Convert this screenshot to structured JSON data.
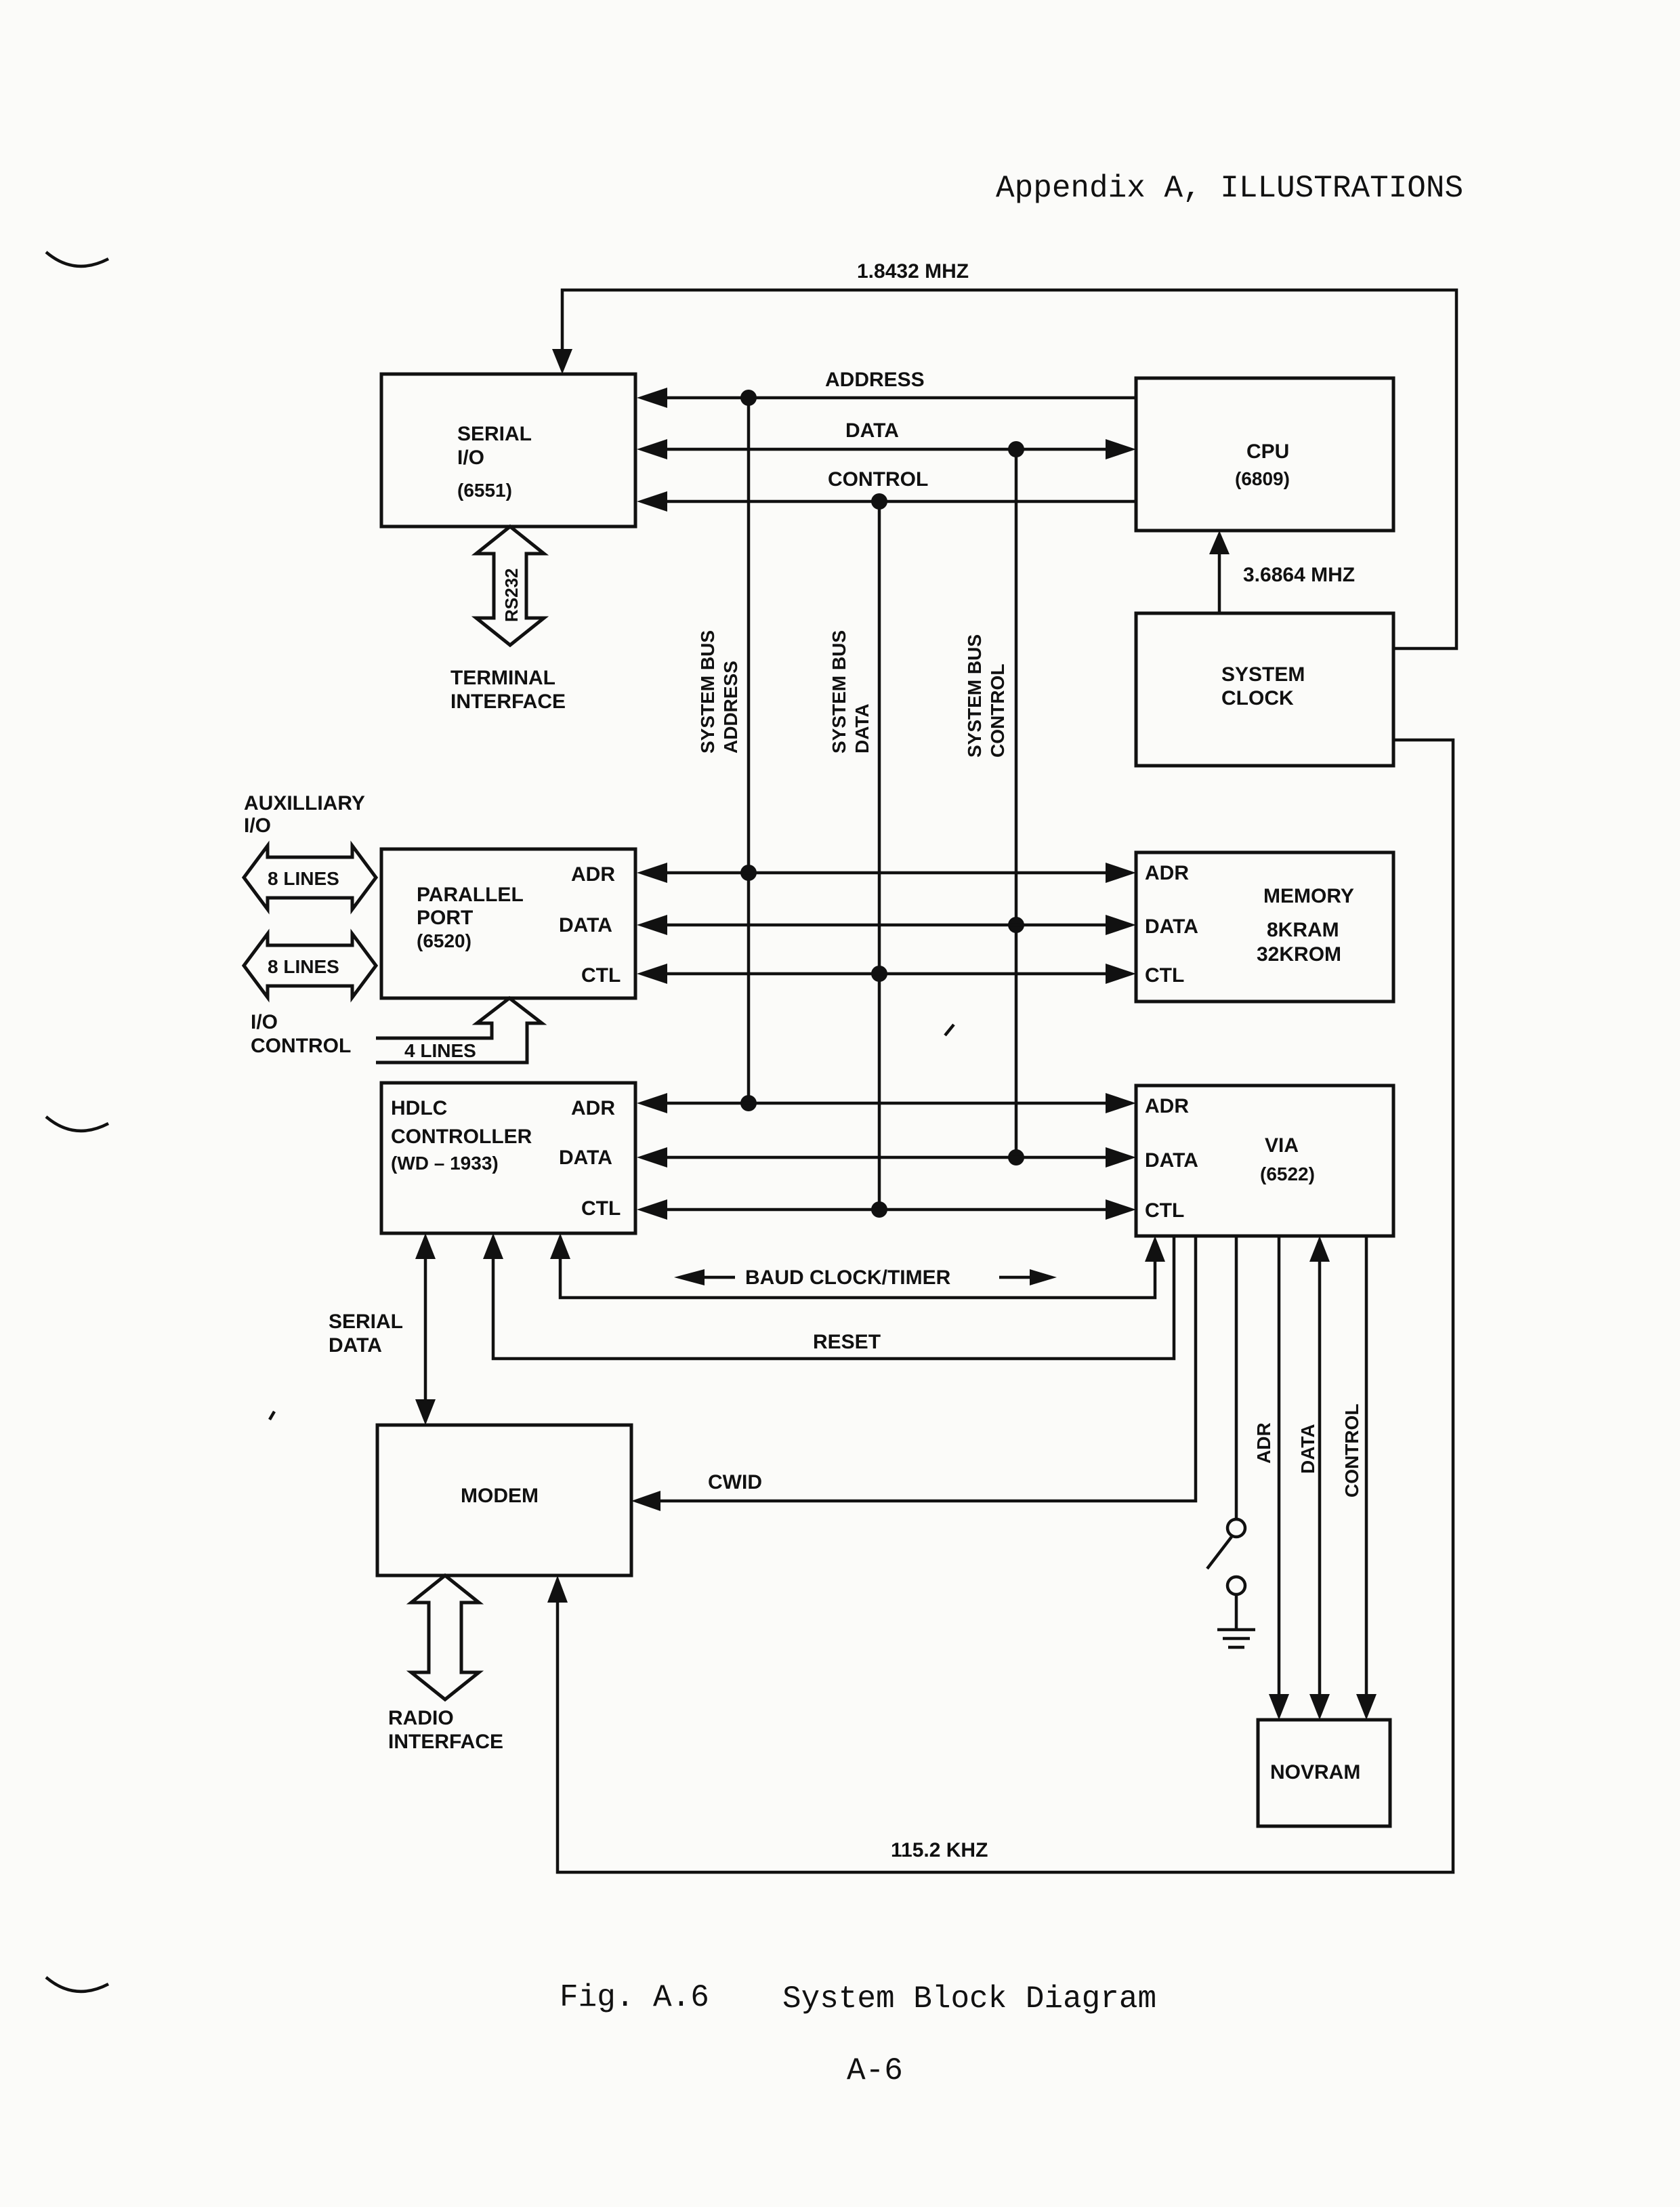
{
  "header": "Appendix A, ILLUSTRATIONS",
  "caption": {
    "fig_number": "Fig. A.6",
    "title": "System Block Diagram"
  },
  "page_number": "A-6",
  "blocks": {
    "serial_io": {
      "line1": "SERIAL",
      "line2": "I/O",
      "line3": "(6551)"
    },
    "cpu": {
      "line1": "CPU",
      "line2": "(6809)"
    },
    "system_clock": {
      "line1": "SYSTEM",
      "line2": "CLOCK"
    },
    "parallel_port": {
      "line1": "PARALLEL",
      "line2": "PORT",
      "line3": "(6520)"
    },
    "memory": {
      "line1": "MEMORY",
      "line2": "8KRAM",
      "line3": "32KROM"
    },
    "hdlc": {
      "line1": "HDLC",
      "line2": "CONTROLLER",
      "line3": "(WD – 1933)"
    },
    "via": {
      "line1": "VIA",
      "line2": "(6522)"
    },
    "modem": {
      "line1": "MODEM"
    },
    "novram": {
      "line1": "NOVRAM"
    }
  },
  "ports": {
    "adr": "ADR",
    "data": "DATA",
    "ctl": "CTL"
  },
  "signals": {
    "clock_top": "1.8432 MHZ",
    "address": "ADDRESS",
    "data": "DATA",
    "control": "CONTROL",
    "cpu_clock": "3.6864 MHZ",
    "rs232": "RS232",
    "terminal_1": "TERMINAL",
    "terminal_2": "INTERFACE",
    "bus_address_1": "SYSTEM BUS",
    "bus_address_2": "ADDRESS",
    "bus_data_1": "SYSTEM BUS",
    "bus_data_2": "DATA",
    "bus_control_1": "SYSTEM BUS",
    "bus_control_2": "CONTROL",
    "aux_1": "AUXILLIARY",
    "aux_2": "I/O",
    "eight_lines": "8 LINES",
    "io_control_1": "I/O",
    "io_control_2": "CONTROL",
    "four_lines": "4 LINES",
    "baud": "BAUD CLOCK/TIMER",
    "reset": "RESET",
    "serial_data_1": "SERIAL",
    "serial_data_2": "DATA",
    "cwid": "CWID",
    "radio_1": "RADIO",
    "radio_2": "INTERFACE",
    "novram_adr": "ADR",
    "novram_data": "DATA",
    "novram_control": "CONTROL",
    "clock_bottom": "115.2 KHZ"
  },
  "colors": {
    "ink": "#111111",
    "paper": "#fbfbf9"
  }
}
